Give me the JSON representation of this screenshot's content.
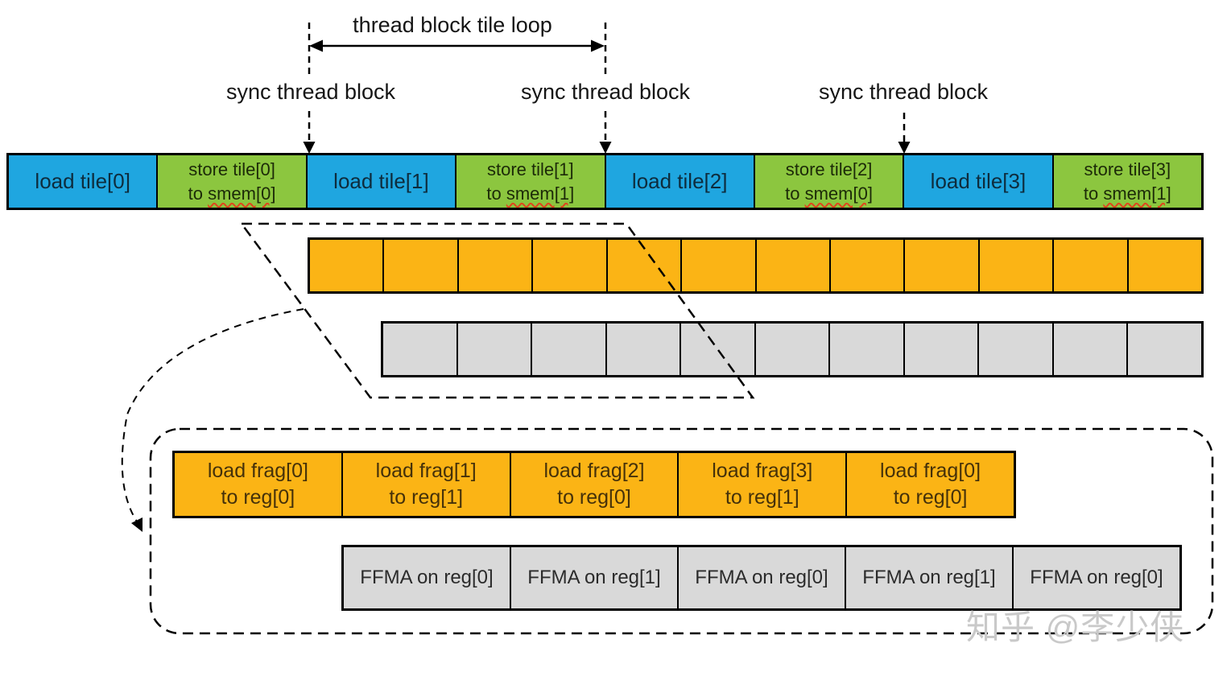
{
  "annotations": {
    "loop_label": "thread block tile loop",
    "sync_labels": [
      "sync thread block",
      "sync thread block",
      "sync thread block"
    ]
  },
  "timeline_row": {
    "cells": [
      {
        "kind": "load",
        "label": "load tile[0]"
      },
      {
        "kind": "store",
        "line1": "store tile[0]",
        "line2_prefix": "to ",
        "line2_word": "smem[0]"
      },
      {
        "kind": "load",
        "label": "load tile[1]"
      },
      {
        "kind": "store",
        "line1": "store tile[1]",
        "line2_prefix": "to ",
        "line2_word": "smem[1]"
      },
      {
        "kind": "load",
        "label": "load tile[2]"
      },
      {
        "kind": "store",
        "line1": "store tile[2]",
        "line2_prefix": "to ",
        "line2_word": "smem[0]"
      },
      {
        "kind": "load",
        "label": "load tile[3]"
      },
      {
        "kind": "store",
        "line1": "store tile[3]",
        "line2_prefix": "to ",
        "line2_word": "smem[1]"
      }
    ]
  },
  "smem_buffer_row": {
    "cell_count": 12
  },
  "compute_slot_row": {
    "cell_count": 11
  },
  "frag_row": {
    "cells": [
      {
        "line1": "load frag[0]",
        "line2": "to reg[0]"
      },
      {
        "line1": "load frag[1]",
        "line2": "to reg[1]"
      },
      {
        "line1": "load frag[2]",
        "line2": "to reg[0]"
      },
      {
        "line1": "load frag[3]",
        "line2": "to reg[1]"
      },
      {
        "line1": "load frag[0]",
        "line2": "to reg[0]"
      }
    ]
  },
  "ffma_row": {
    "cells": [
      "FFMA on reg[0]",
      "FFMA on reg[1]",
      "FFMA on reg[0]",
      "FFMA on reg[1]",
      "FFMA on reg[0]"
    ]
  },
  "watermark": {
    "text": "知乎 @李少侠"
  },
  "colors": {
    "load_blue": "#1FA6E0",
    "store_green": "#8CC63F",
    "tile_orange": "#FBB415",
    "idle_gray": "#D9D9D9",
    "squiggle_red": "#E0461E",
    "watermark_gray": "#C9C9C9"
  }
}
